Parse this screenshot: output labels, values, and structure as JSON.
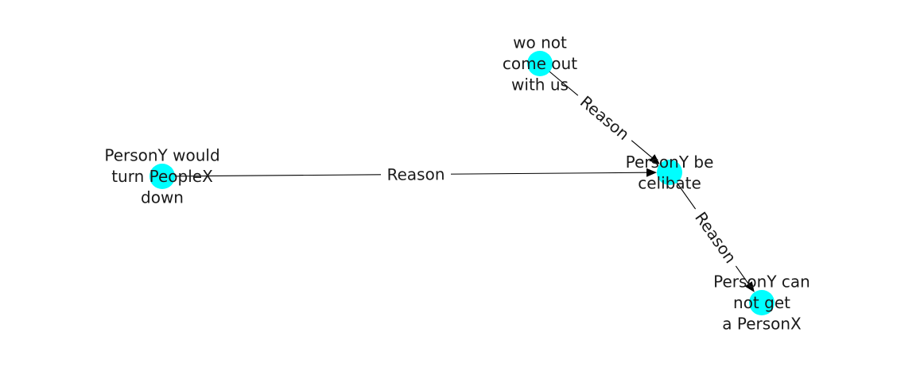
{
  "diagram": {
    "node_color": "#00ffff",
    "edge_color": "#000000",
    "nodes": [
      {
        "id": "n_wo",
        "lines": [
          "wo not",
          "come out",
          "with us"
        ]
      },
      {
        "id": "n_turn",
        "lines": [
          "PersonY would",
          "turn PeopleX",
          "down"
        ]
      },
      {
        "id": "n_celib",
        "lines": [
          "PersonY be",
          "celibate"
        ]
      },
      {
        "id": "n_cannot",
        "lines": [
          "PersonY can",
          "not get",
          "a PersonX"
        ]
      }
    ],
    "edges": [
      {
        "from": "n_wo",
        "to": "n_celib",
        "label": "Reason"
      },
      {
        "from": "n_turn",
        "to": "n_celib",
        "label": "Reason"
      },
      {
        "from": "n_celib",
        "to": "n_cannot",
        "label": "Reason"
      }
    ]
  }
}
